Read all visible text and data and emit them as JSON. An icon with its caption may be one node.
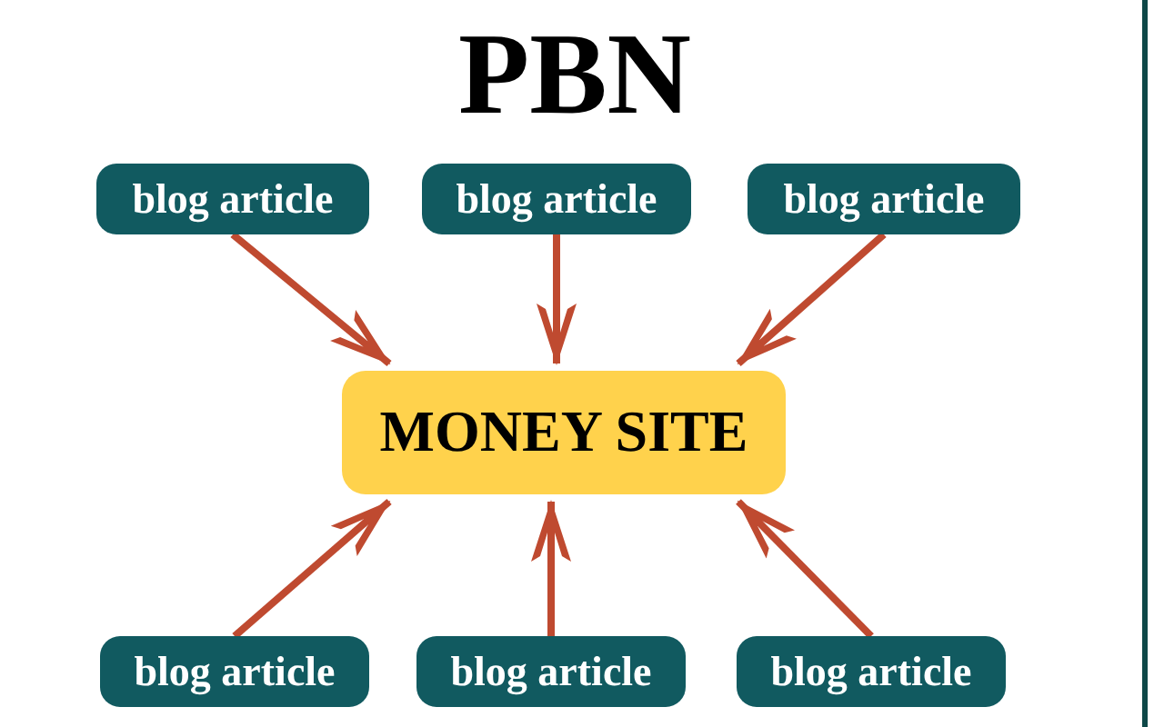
{
  "diagram": {
    "title": "PBN",
    "nodes": [
      {
        "text": [
          "blog article"
        ]
      },
      {
        "text": [
          "blog article"
        ]
      },
      {
        "text": [
          "blog article"
        ]
      },
      {
        "text": [
          "MONEY SITE"
        ]
      },
      {
        "text": [
          "blog article"
        ]
      },
      {
        "text": [
          "blog article"
        ]
      },
      {
        "text": [
          "blog article"
        ]
      }
    ],
    "edges": [
      {
        "from": 0,
        "to": 3,
        "arrow": "to"
      },
      {
        "from": 1,
        "to": 3,
        "arrow": "to"
      },
      {
        "from": 2,
        "to": 3,
        "arrow": "to"
      },
      {
        "from": 4,
        "to": 3,
        "arrow": "to"
      },
      {
        "from": 5,
        "to": 3,
        "arrow": "to"
      },
      {
        "from": 6,
        "to": 3,
        "arrow": "to"
      }
    ]
  }
}
